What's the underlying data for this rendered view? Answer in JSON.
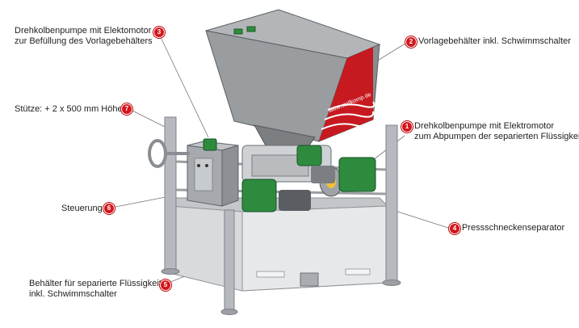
{
  "callouts": [
    {
      "num": "1",
      "line1": "Drehkolbenpumpe mit Elektromotor",
      "line2": "zum Abpumpen der separierten Flüssigkeit"
    },
    {
      "num": "2",
      "line1": "Vorlagebehälter inkl. Schwimmschalter",
      "line2": ""
    },
    {
      "num": "3",
      "line1": "Drehkolbenpumpe mit Elektomotor",
      "line2": "zur Befüllung des Vorlagebehälters"
    },
    {
      "num": "4",
      "line1": "Pressschneckenseparator",
      "line2": ""
    },
    {
      "num": "5",
      "line1": "Behälter für separierte Flüssigkeit",
      "line2": "inkl. Schwimmschalter"
    },
    {
      "num": "6",
      "line1": "Steuerung",
      "line2": ""
    },
    {
      "num": "7",
      "line1": "Stütze: + 2 x 500 mm Höhe",
      "line2": ""
    }
  ],
  "hopper_brand": "www.stallkomp.de",
  "colors": {
    "badge": "#d3161c",
    "motor": "#2e8b3e",
    "frame": "#b8bcc0",
    "hopper": "#8a8c8e",
    "accent": "#c9141a"
  }
}
